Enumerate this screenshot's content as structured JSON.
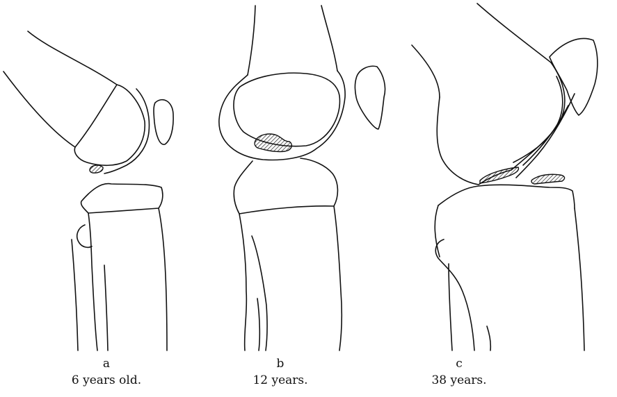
{
  "figures": [
    {
      "letter": "a",
      "age": "6 years old."
    },
    {
      "letter": "b",
      "age": "12 years."
    },
    {
      "letter": "c",
      "age": "38 years."
    }
  ]
}
